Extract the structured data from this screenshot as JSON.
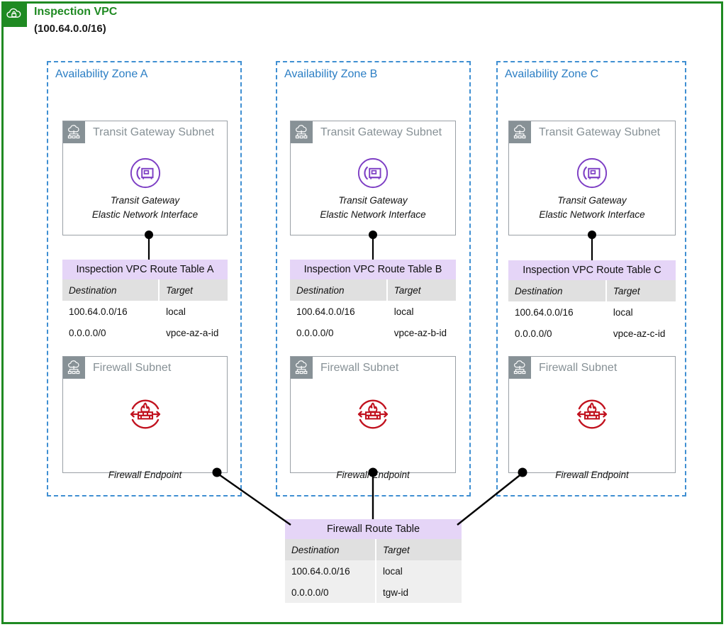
{
  "vpc": {
    "icon": "vpc-cloud-lock-icon",
    "title": "Inspection VPC",
    "cidr": "(100.64.0.0/16)",
    "border_color": "#1f8a22",
    "title_color": "#1f8a22"
  },
  "colors": {
    "az_border": "#3f8fd2",
    "az_label": "#2b7ec4",
    "subnet_border": "#9aa0a6",
    "subnet_icon_bg": "#879196",
    "subnet_label": "#879196",
    "route_table_title_bg": "#e5d5f7",
    "route_table_head_bg": "#e0e0e0",
    "route_table_row_bg": "#efefef",
    "eni_purple": "#7d3ec4",
    "firewall_red": "#c1121f",
    "connector": "#000000"
  },
  "zones": [
    {
      "label": "Availability Zone A",
      "tgw_subnet": {
        "icon": "subnet-cloud-network-icon",
        "name": "Transit Gateway Subnet",
        "node_icon": "transit-gateway-eni-icon",
        "caption_line1": "Transit Gateway",
        "caption_line2": "Elastic Network Interface"
      },
      "route_table": {
        "title": "Inspection VPC Route Table A",
        "columns": [
          "Destination",
          "Target"
        ],
        "rows": [
          [
            "100.64.0.0/16",
            "local"
          ],
          [
            "0.0.0.0/0",
            "vpce-az-a-id"
          ]
        ]
      },
      "fw_subnet": {
        "icon": "subnet-cloud-network-icon",
        "name": "Firewall Subnet",
        "node_icon": "firewall-endpoint-icon",
        "caption_line1": "Firewall Endpoint"
      }
    },
    {
      "label": "Availability Zone B",
      "tgw_subnet": {
        "icon": "subnet-cloud-network-icon",
        "name": "Transit Gateway Subnet",
        "node_icon": "transit-gateway-eni-icon",
        "caption_line1": "Transit Gateway",
        "caption_line2": "Elastic Network Interface"
      },
      "route_table": {
        "title": "Inspection VPC Route Table B",
        "columns": [
          "Destination",
          "Target"
        ],
        "rows": [
          [
            "100.64.0.0/16",
            "local"
          ],
          [
            "0.0.0.0/0",
            "vpce-az-b-id"
          ]
        ]
      },
      "fw_subnet": {
        "icon": "subnet-cloud-network-icon",
        "name": "Firewall Subnet",
        "node_icon": "firewall-endpoint-icon",
        "caption_line1": "Firewall Endpoint"
      }
    },
    {
      "label": "Availability Zone C",
      "tgw_subnet": {
        "icon": "subnet-cloud-network-icon",
        "name": "Transit Gateway Subnet",
        "node_icon": "transit-gateway-eni-icon",
        "caption_line1": "Transit Gateway",
        "caption_line2": "Elastic Network Interface"
      },
      "route_table": {
        "title": "Inspection VPC Route Table C",
        "columns": [
          "Destination",
          "Target"
        ],
        "rows": [
          [
            "100.64.0.0/16",
            "local"
          ],
          [
            "0.0.0.0/0",
            "vpce-az-c-id"
          ]
        ]
      },
      "fw_subnet": {
        "icon": "subnet-cloud-network-icon",
        "name": "Firewall Subnet",
        "node_icon": "firewall-endpoint-icon",
        "caption_line1": "Firewall Endpoint"
      }
    }
  ],
  "firewall_route_table": {
    "title": "Firewall Route Table",
    "columns": [
      "Destination",
      "Target"
    ],
    "rows": [
      [
        "100.64.0.0/16",
        "local"
      ],
      [
        "0.0.0.0/0",
        "tgw-id"
      ]
    ]
  }
}
